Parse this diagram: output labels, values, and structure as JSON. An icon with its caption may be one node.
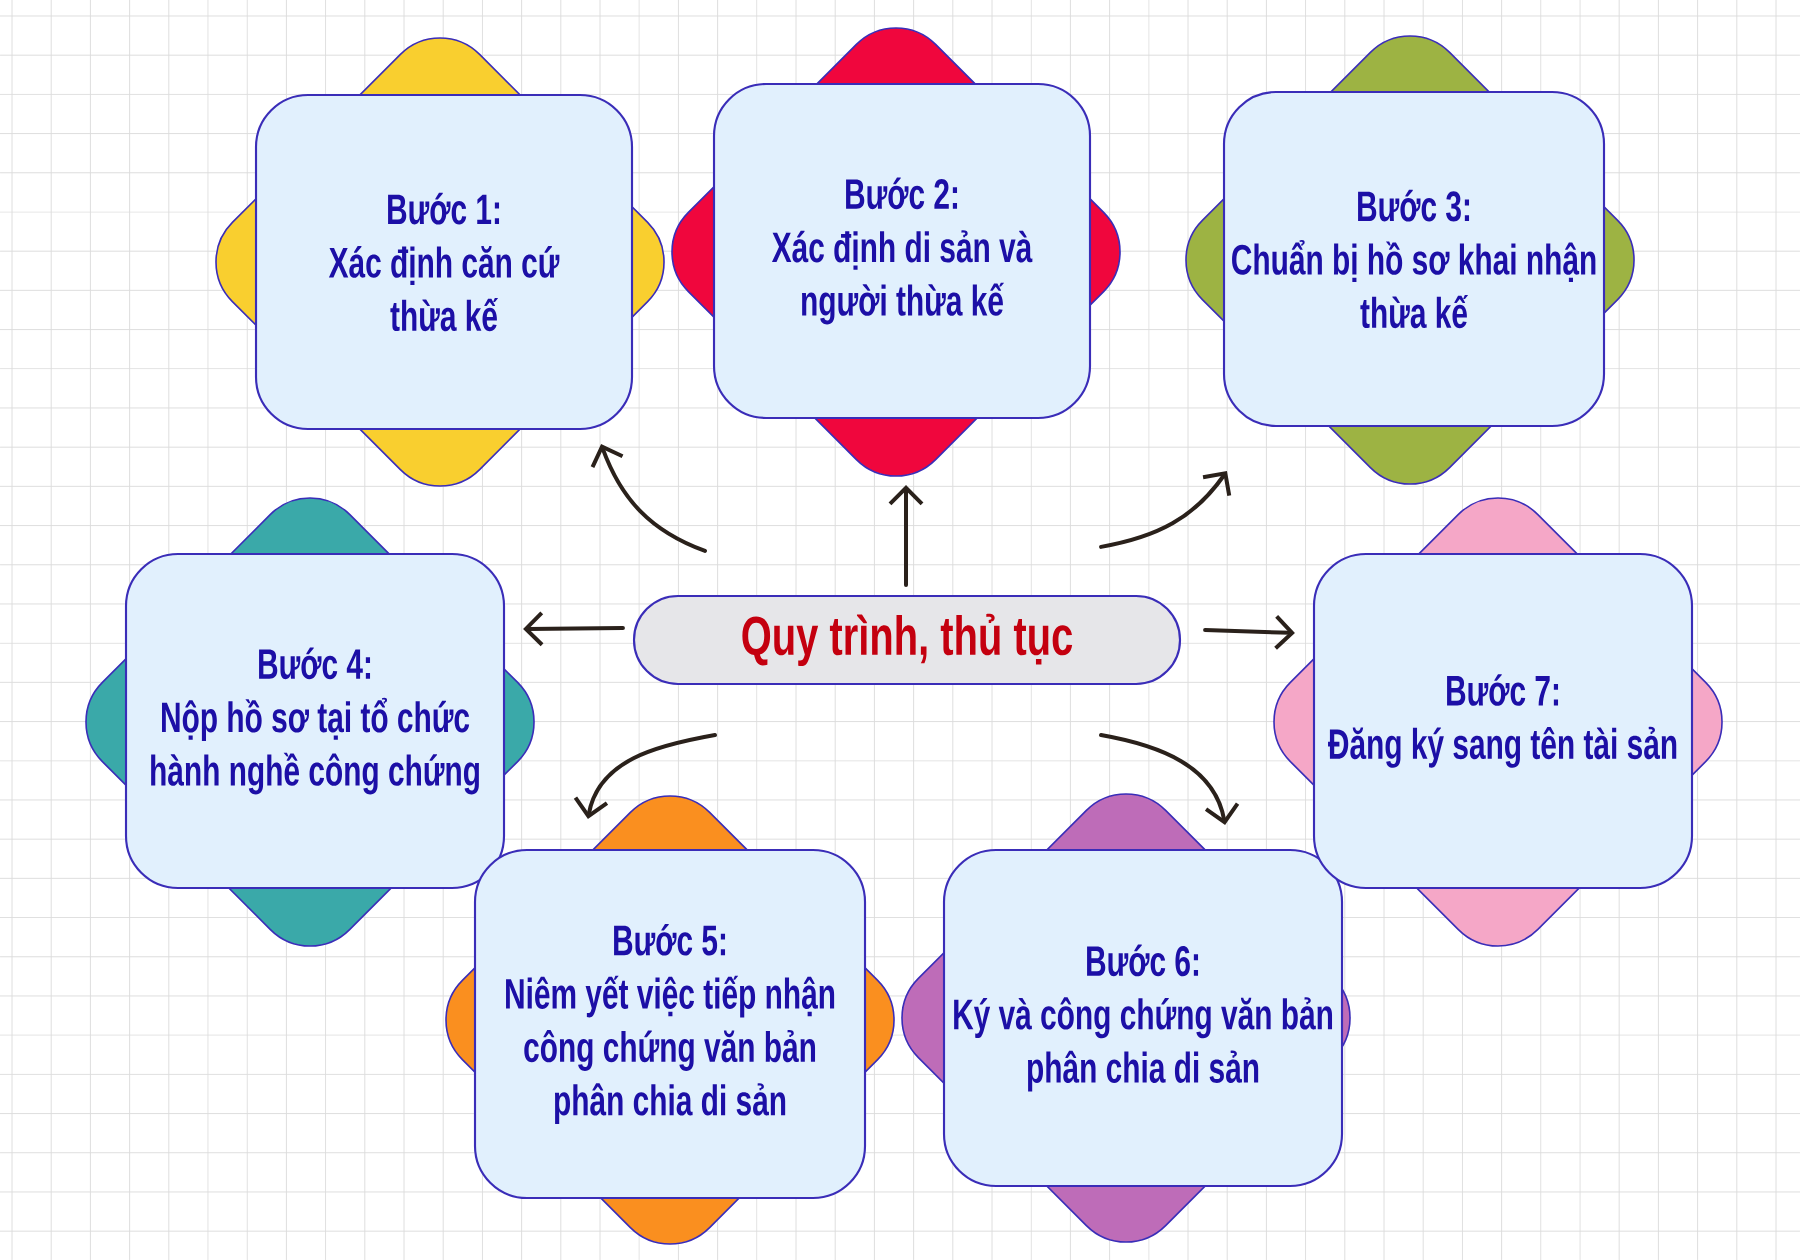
{
  "diagram": {
    "nodes": [
      {
        "text": [
          "Quy trình, thủ tục"
        ]
      },
      {
        "text": [
          "Bước 1:",
          "Xác định căn cứ thừa kế"
        ]
      },
      {
        "text": [
          "Bước 2:",
          "Xác định di sản và người thừa kế"
        ]
      },
      {
        "text": [
          "Bước 3:",
          "Chuẩn bị hồ sơ khai nhận thừa kế"
        ]
      },
      {
        "text": [
          "Bước 4:",
          "Nộp hồ sơ tại tổ chức hành nghề công chứng"
        ]
      },
      {
        "text": [
          "Bước 5:",
          "Niêm yết việc tiếp nhận công chứng văn bản phân chia di sản"
        ]
      },
      {
        "text": [
          "Bước 6:",
          "Ký và công chứng văn bản phân chia di sản"
        ]
      },
      {
        "text": [
          "Bước 7:",
          "Đăng ký sang tên tài sản"
        ]
      }
    ],
    "edges": [
      {
        "from": 0,
        "to": 1,
        "arrow": "to"
      },
      {
        "from": 0,
        "to": 2,
        "arrow": "to"
      },
      {
        "from": 0,
        "to": 3,
        "arrow": "to"
      },
      {
        "from": 0,
        "to": 4,
        "arrow": "to"
      },
      {
        "from": 0,
        "to": 7,
        "arrow": "to"
      },
      {
        "from": 0,
        "to": 5,
        "arrow": "to"
      },
      {
        "from": 0,
        "to": 6,
        "arrow": "to"
      }
    ]
  }
}
